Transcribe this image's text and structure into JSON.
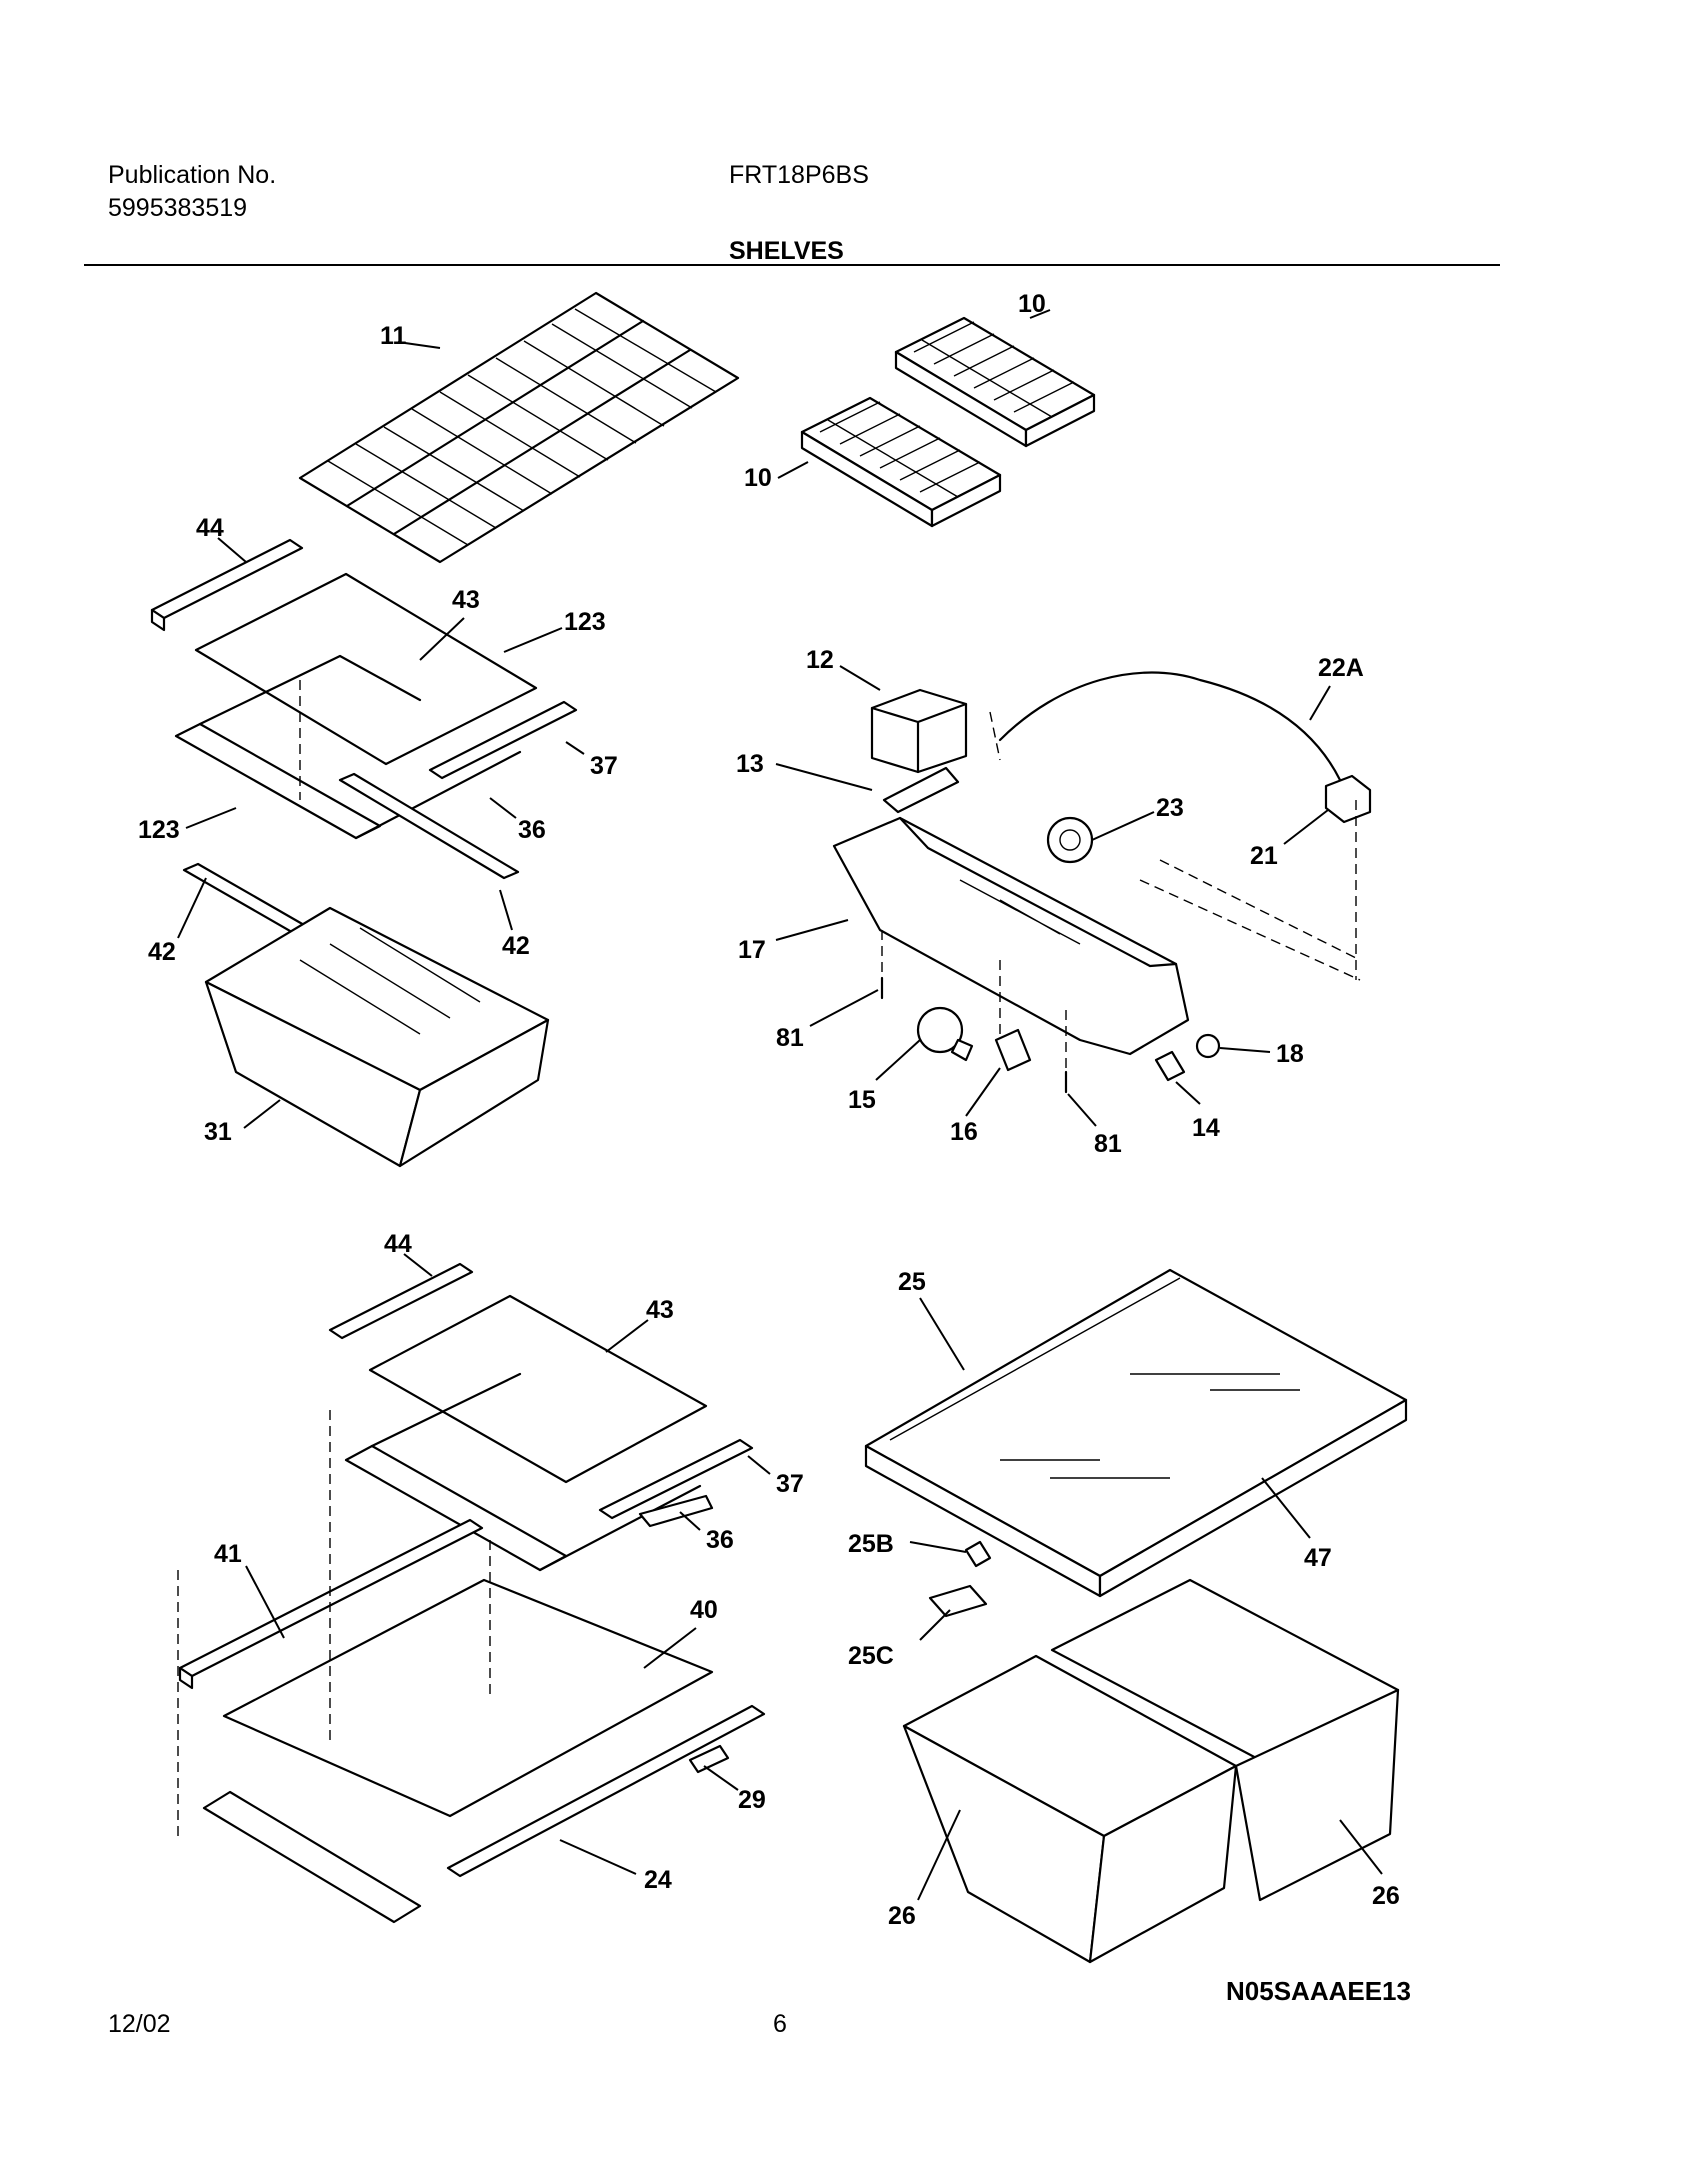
{
  "header": {
    "publication_label": "Publication No.",
    "publication_number": "5995383519",
    "model": "FRT18P6BS",
    "section_title": "SHELVES"
  },
  "diagram": {
    "code": "N05SAAAEE13",
    "callouts": {
      "c11": "11",
      "c10a": "10",
      "c10b": "10",
      "c44a": "44",
      "c43a": "43",
      "c123a": "123",
      "c37a": "37",
      "c36a": "36",
      "c123b": "123",
      "c42a": "42",
      "c42b": "42",
      "c31": "31",
      "c12": "12",
      "c22A": "22A",
      "c13": "13",
      "c23": "23",
      "c21": "21",
      "c17": "17",
      "c81a": "81",
      "c18": "18",
      "c15": "15",
      "c16": "16",
      "c81b": "81",
      "c14": "14",
      "c44b": "44",
      "c43b": "43",
      "c37b": "37",
      "c36b": "36",
      "c41": "41",
      "c40": "40",
      "c29": "29",
      "c24": "24",
      "c25": "25",
      "c47": "47",
      "c25B": "25B",
      "c25C": "25C",
      "c26a": "26",
      "c26b": "26"
    }
  },
  "footer": {
    "date": "12/02",
    "page_number": "6"
  }
}
